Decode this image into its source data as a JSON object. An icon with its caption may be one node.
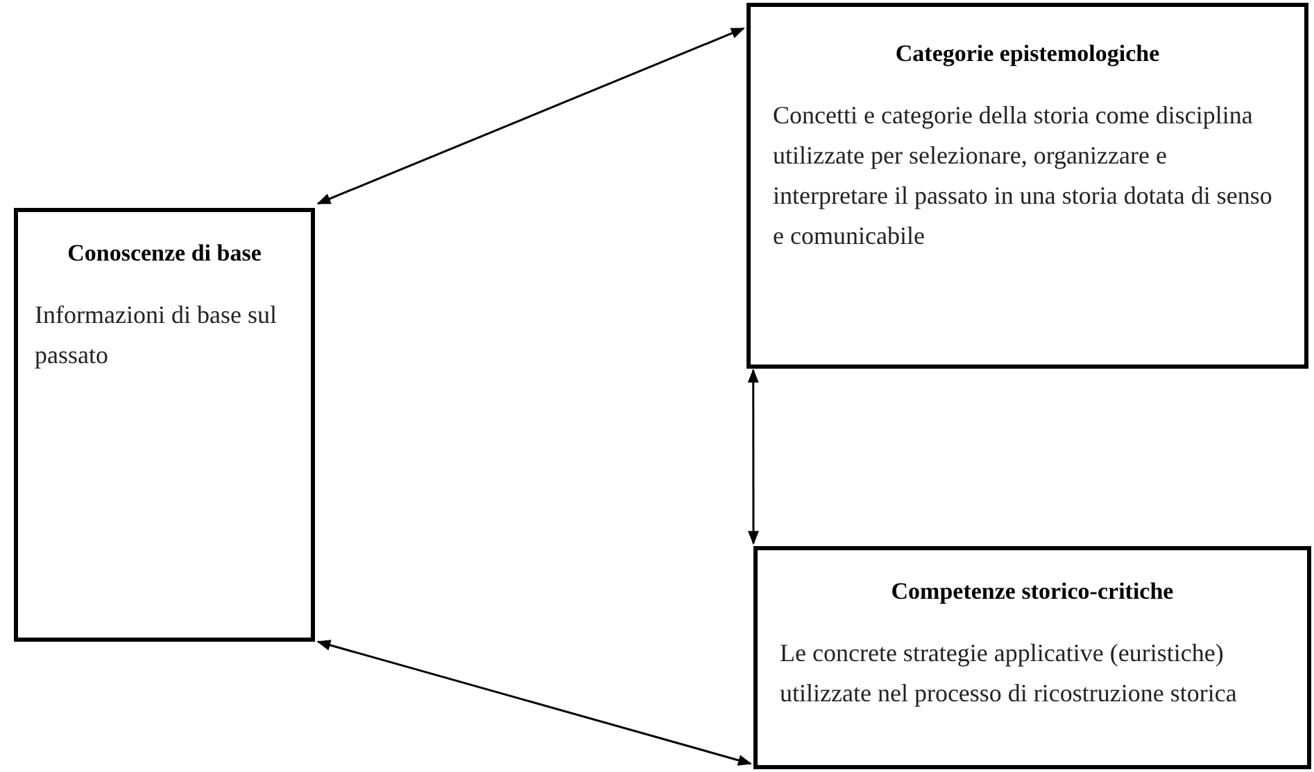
{
  "diagram": {
    "nodes": [
      {
        "text": [
          "Conoscenze di base",
          "Informazioni di base sul passato"
        ]
      },
      {
        "text": [
          "Categorie epistemologiche",
          "Concetti e categorie della storia come disciplina utilizzate per selezionare, organizzare e interpretare il passato in una storia dotata di senso e comunicabile"
        ]
      },
      {
        "text": [
          "Competenze storico-critiche",
          "Le concrete strategie applicative (euristiche) utilizzate nel processo di ricostruzione storica"
        ]
      }
    ],
    "edges": [
      {
        "from": 0,
        "to": 1,
        "arrow": "both"
      },
      {
        "from": 1,
        "to": 2,
        "arrow": "both"
      },
      {
        "from": 0,
        "to": 2,
        "arrow": "both"
      }
    ]
  }
}
